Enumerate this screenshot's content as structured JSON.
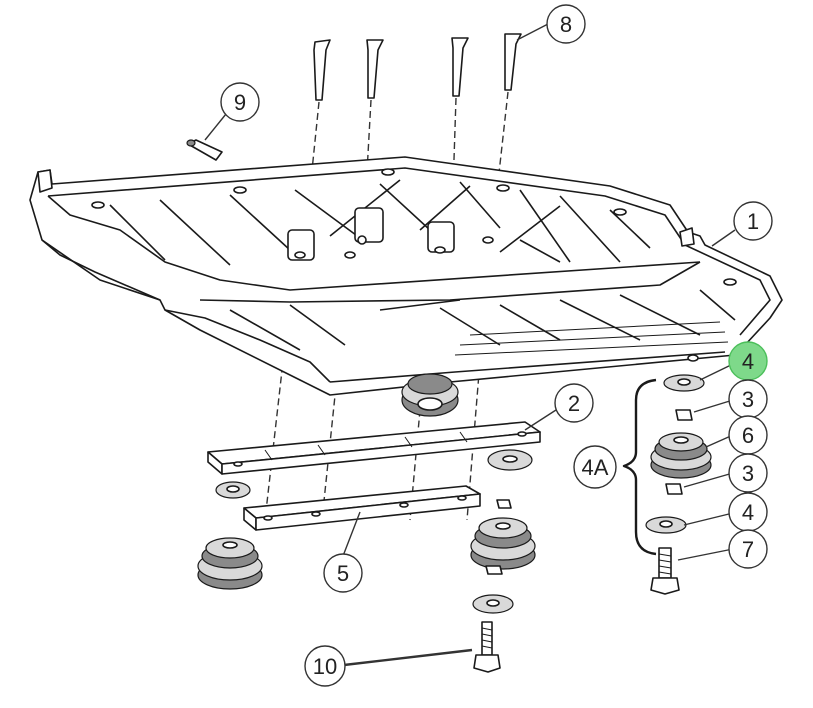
{
  "callouts": {
    "c1": "1",
    "c2": "2",
    "c3a": "3",
    "c3b": "3",
    "c4a": "4",
    "c4b": "4",
    "c4A": "4A",
    "c5": "5",
    "c6": "6",
    "c7": "7",
    "c8": "8",
    "c9": "9",
    "c10": "10"
  },
  "colors": {
    "highlight": "#7ed98a",
    "line": "#1a1a1a"
  }
}
